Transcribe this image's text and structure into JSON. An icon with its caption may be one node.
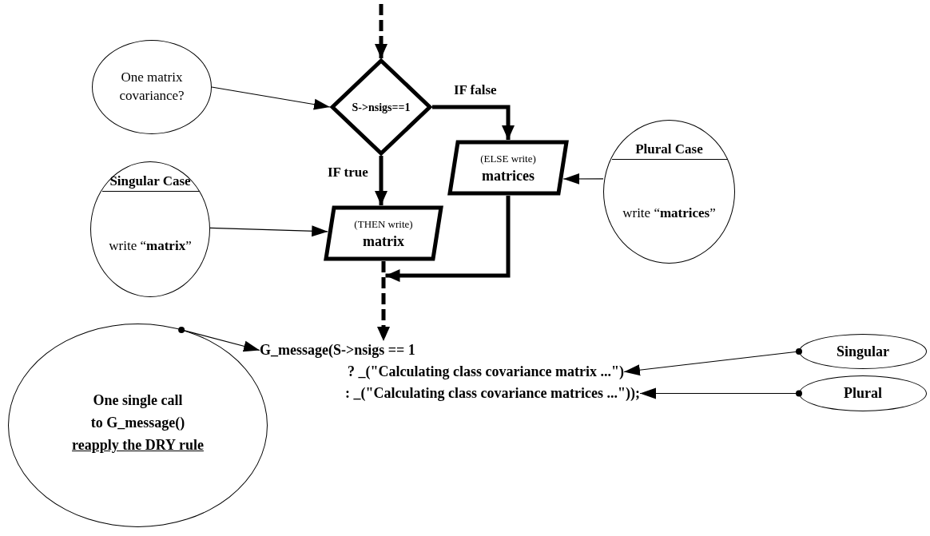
{
  "diagram": {
    "nodes": [
      {
        "text": [
          "One matrix covariance?"
        ]
      },
      {
        "text": [
          "S->nsigs==1"
        ]
      },
      {
        "text": [
          "Singular Case",
          "write “**matrix**”"
        ]
      },
      {
        "text": [
          "(THEN write)",
          "matrix"
        ]
      },
      {
        "text": [
          "(ELSE write)",
          "matrices"
        ]
      },
      {
        "text": [
          "Plural Case",
          "write “**matrices**”"
        ]
      },
      {
        "text": [
          "G_message(S->nsigs == 1"
        ]
      },
      {
        "text": [
          "? _(\"Calculating class covariance matrix ...\")"
        ]
      },
      {
        "text": [
          ": _(\"Calculating class covariance matrices ...\"));"
        ]
      },
      {
        "text": [
          "One single call to G_message()",
          "reapply the DRY rule"
        ]
      },
      {
        "text": [
          "Singular"
        ]
      },
      {
        "text": [
          "Plural"
        ]
      }
    ],
    "edges": [
      {
        "from": null,
        "to": 1,
        "arrow": "to",
        "style": "dashed"
      },
      {
        "from": 0,
        "to": 1,
        "arrow": "to"
      },
      {
        "from": 1,
        "to": 4,
        "arrow": "to",
        "label": "IF false",
        "style": "thick"
      },
      {
        "from": 1,
        "to": 3,
        "arrow": "to",
        "label": "IF true",
        "style": "thick"
      },
      {
        "from": 2,
        "to": 3,
        "arrow": "to"
      },
      {
        "from": 5,
        "to": 4,
        "arrow": "to"
      },
      {
        "from": 4,
        "to": 6,
        "arrow": "to",
        "style": "thick"
      },
      {
        "from": 3,
        "to": 6,
        "arrow": "to",
        "style": "dashed"
      },
      {
        "from": 9,
        "to": 6,
        "arrow": "to"
      },
      {
        "from": 10,
        "to": 7,
        "arrow": "to"
      },
      {
        "from": 11,
        "to": 8,
        "arrow": "to"
      }
    ]
  }
}
